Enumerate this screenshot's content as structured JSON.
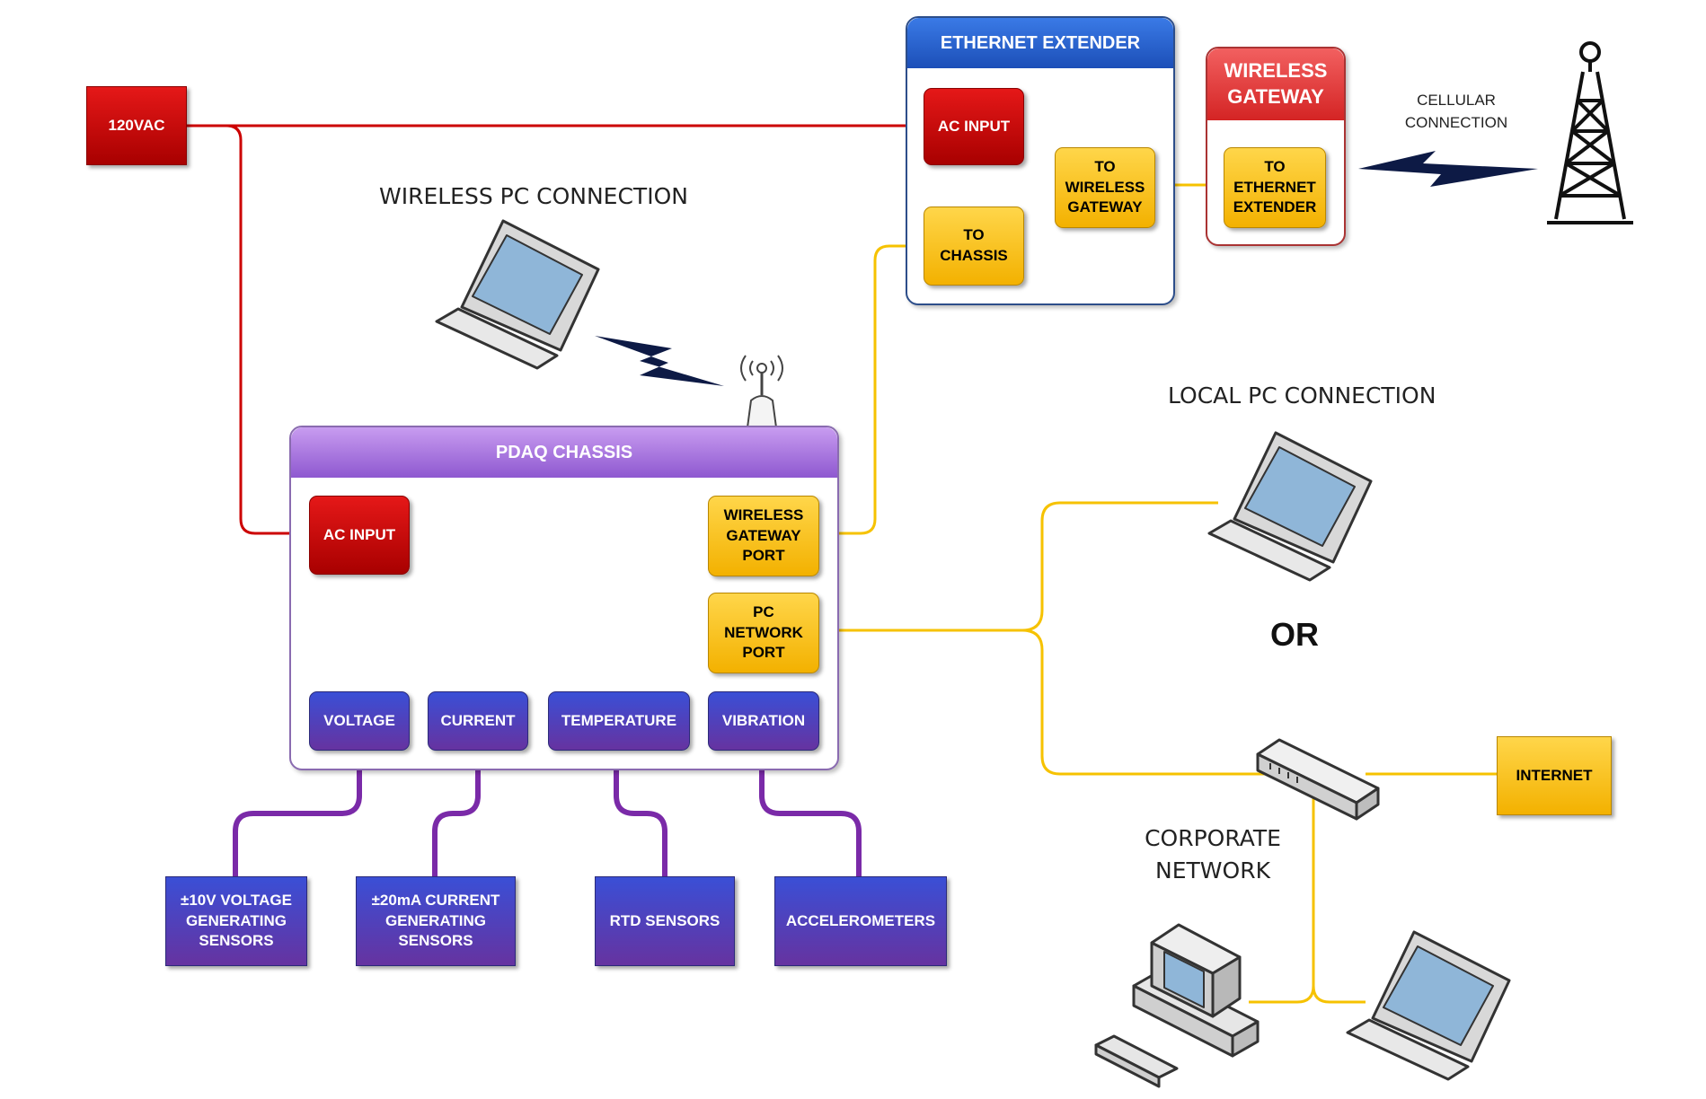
{
  "power": {
    "source": "120VAC"
  },
  "ethernet_extender": {
    "title": "ETHERNET EXTENDER",
    "ac_input": "AC INPUT",
    "to_wireless_gateway": "TO\nWIRELESS\nGATEWAY",
    "to_chassis": "TO\nCHASSIS"
  },
  "wireless_gateway": {
    "title": "WIRELESS\nGATEWAY",
    "to_ethernet_extender": "TO\nETHERNET\nEXTENDER"
  },
  "cellular": {
    "label": "CELLULAR\nCONNECTION"
  },
  "wireless_pc": {
    "label": "WIRELESS PC CONNECTION"
  },
  "chassis": {
    "title": "PDAQ CHASSIS",
    "ac_input": "AC INPUT",
    "wireless_gateway_port": "WIRELESS\nGATEWAY\nPORT",
    "pc_network_port": "PC\nNETWORK\nPORT",
    "channels": [
      "VOLTAGE",
      "CURRENT",
      "TEMPERATURE",
      "VIBRATION"
    ]
  },
  "sensors": [
    "±10V VOLTAGE\nGENERATING\nSENSORS",
    "±20mA CURRENT\nGENERATING\nSENSORS",
    "RTD SENSORS",
    "ACCELEROMETERS"
  ],
  "local_pc": {
    "label": "LOCAL PC CONNECTION"
  },
  "or_text": "OR",
  "internet": "INTERNET",
  "corporate": {
    "label": "CORPORATE\nNETWORK"
  },
  "colors": {
    "power_line": "#cc0000",
    "data_line": "#f6c200",
    "sensor_line": "#7a2aa8",
    "extender_header": "#2d64d6",
    "gateway_header": "#e22b2b",
    "chassis_header": "#a06ad8",
    "chassis_border": "#8a6bb0"
  },
  "icons": [
    "laptop-icon",
    "cell-tower-icon",
    "lightning-icon",
    "antenna-icon",
    "network-switch-icon",
    "desktop-computer-icon"
  ]
}
